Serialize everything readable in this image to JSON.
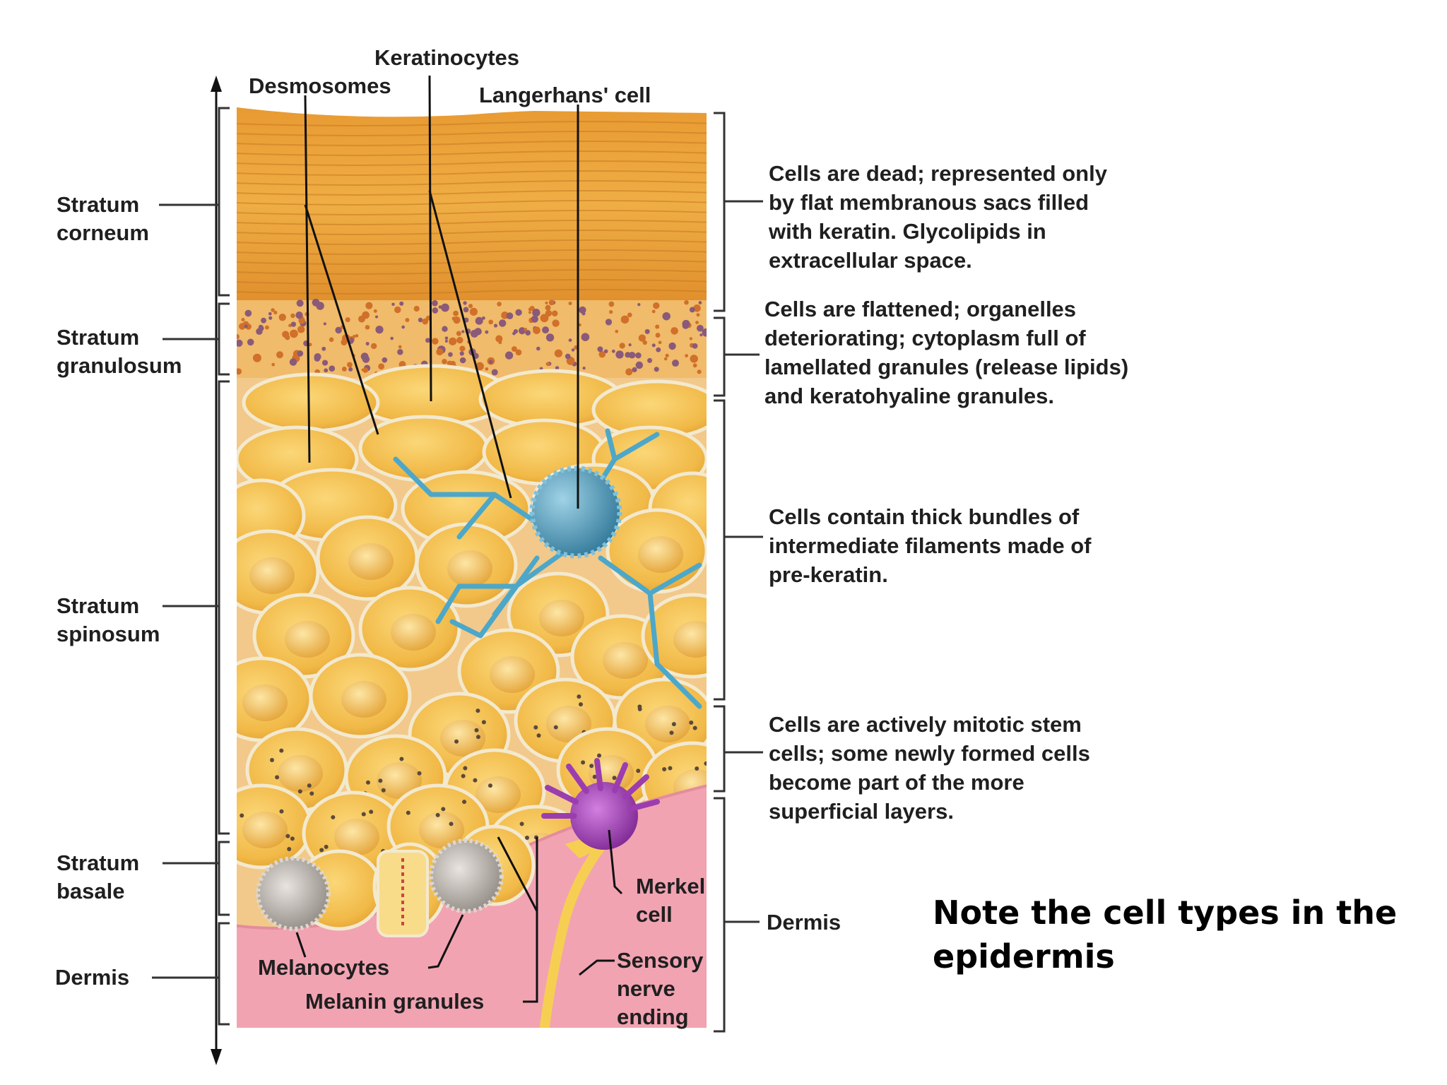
{
  "top_labels": {
    "keratinocytes": "Keratinocytes",
    "desmosomes": "Desmosomes",
    "langerhans": "Langerhans' cell"
  },
  "left_labels": {
    "corneum": [
      "Stratum",
      "corneum"
    ],
    "granulosum": [
      "Stratum",
      "granulosum"
    ],
    "spinosum": [
      "Stratum",
      "spinosum"
    ],
    "basale": [
      "Stratum",
      "basale"
    ],
    "dermis": "Dermis"
  },
  "bottom_labels": {
    "melanocytes": "Melanocytes",
    "melanin": "Melanin granules",
    "merkel": [
      "Merkel",
      "cell"
    ],
    "sensory": [
      "Sensory",
      "nerve",
      "ending"
    ]
  },
  "right_descriptions": {
    "corneum": [
      "Cells are dead; represented only",
      "by flat membranous sacs filled",
      "with keratin. Glycolipids in",
      "extracellular space."
    ],
    "granulosum": [
      "Cells are flattened; organelles",
      "deteriorating; cytoplasm full of",
      "lamellated granules (release lipids)",
      "and keratohyaline granules."
    ],
    "spinosum": [
      "Cells contain thick bundles of",
      "intermediate filaments made of",
      "pre-keratin."
    ],
    "basale": [
      "Cells are actively mitotic stem",
      "cells; some newly formed cells",
      "become part of the more",
      "superficial layers."
    ],
    "dermis": "Dermis"
  },
  "note": [
    "Note the cell types in the",
    "epidermis"
  ],
  "colors": {
    "corneum": "#e59a33",
    "cell": "#f2bc45",
    "dermis": "#f0a3b0",
    "langerhans": "#3d8fb3",
    "merkel": "#9b3db0",
    "melanocyte": "#a7a29c"
  }
}
